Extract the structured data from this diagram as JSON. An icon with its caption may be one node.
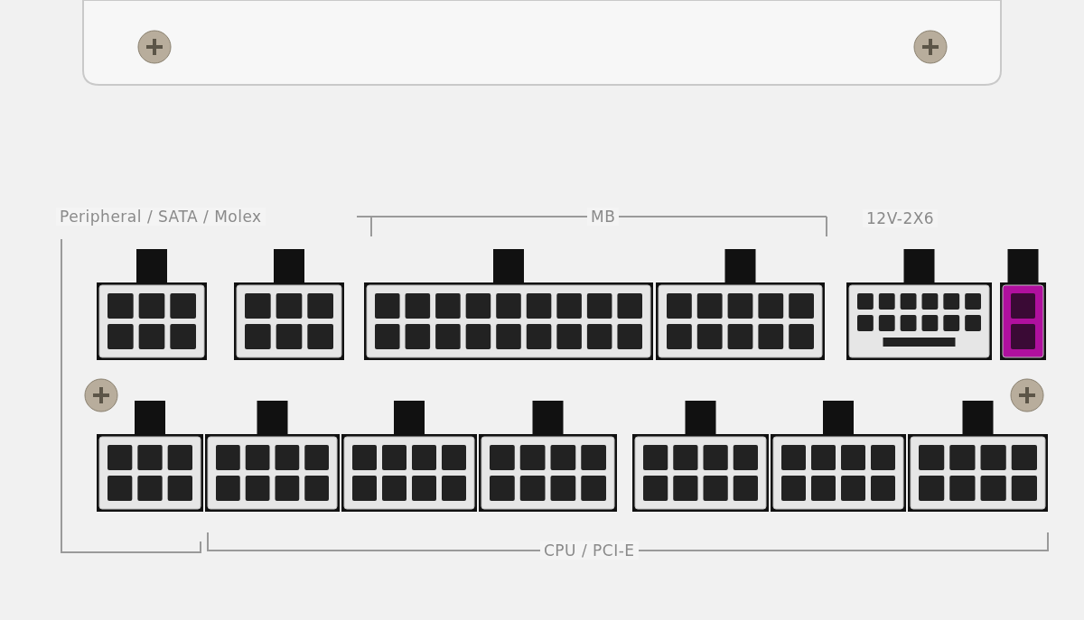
{
  "diagram": {
    "labels": [
      "Peripheral / SATA / Molex",
      "MB",
      "12V-2X6",
      "CPU / PCI-E"
    ]
  }
}
